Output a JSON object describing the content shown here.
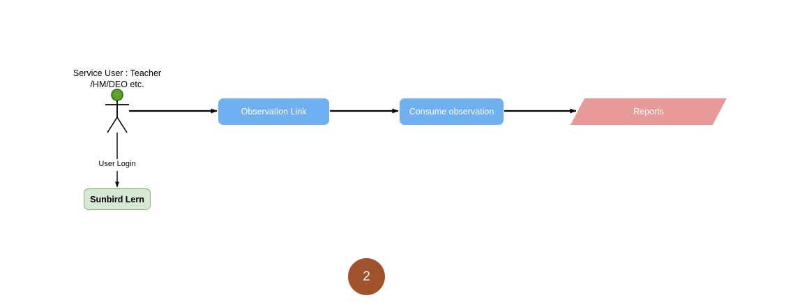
{
  "diagram": {
    "actor": {
      "label": "Service User : Teacher\n/HM/DEO etc.",
      "icon_name": "actor-stick-figure-icon",
      "head_color": "#5aa32a",
      "head_border_color": "#2d6b00"
    },
    "nodes": [
      {
        "id": "observation-link",
        "label": "Observation Link",
        "shape": "rounded-rect",
        "fill": "#6fb1f0",
        "text_color": "#ffffff"
      },
      {
        "id": "consume-observation",
        "label": "Consume observation",
        "shape": "rounded-rect",
        "fill": "#6fb1f0",
        "text_color": "#ffffff"
      },
      {
        "id": "reports",
        "label": "Reports",
        "shape": "parallelogram",
        "fill": "#e89a98",
        "text_color": "#ffffff"
      },
      {
        "id": "sunbird-lern",
        "label": "Sunbird Lern",
        "shape": "rounded-rect",
        "fill": "#d5e8d4",
        "border": "#82b366",
        "text_color": "#000000"
      }
    ],
    "edges": [
      {
        "id": "actor-to-observation-link",
        "label": "",
        "from": "actor",
        "to": "observation-link"
      },
      {
        "id": "observation-link-to-consume-observation",
        "label": "",
        "from": "observation-link",
        "to": "consume-observation"
      },
      {
        "id": "consume-observation-to-reports",
        "label": "",
        "from": "consume-observation",
        "to": "reports"
      },
      {
        "id": "actor-to-sunbird-lern",
        "label": "User Login",
        "from": "actor",
        "to": "sunbird-lern"
      }
    ],
    "edge_labels": {
      "user_login": "User Login"
    },
    "page_badge": {
      "number": "2",
      "color": "#a0522d",
      "text_color": "#ffffff"
    }
  }
}
